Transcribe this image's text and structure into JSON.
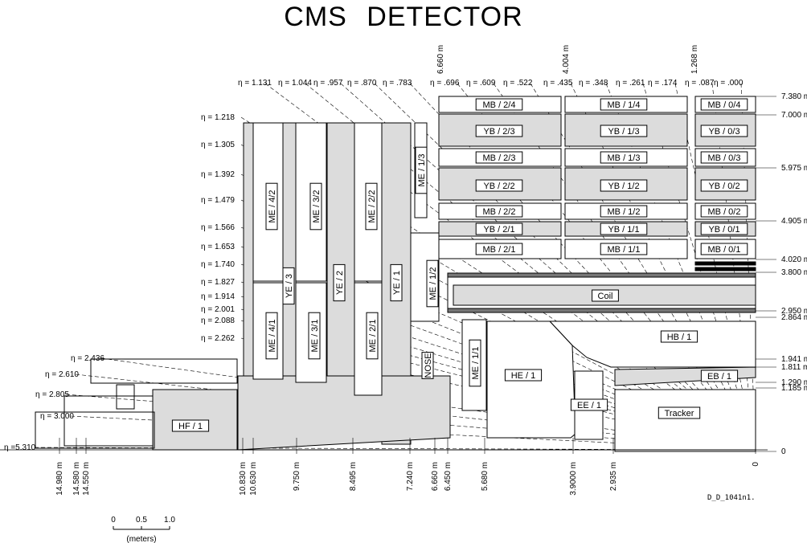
{
  "title": "CMS   DETECTOR",
  "radial_labels": [
    "7.380 m",
    "7.000 m",
    "5.975 m",
    "4.905 m",
    "4.020 m",
    "3.800 m",
    "2.950 m",
    "2.864 m",
    "1.941 m",
    "1.811 m",
    "1.290 m",
    "1.185 m",
    "0"
  ],
  "z_labels": [
    "14.980 m",
    "14.580 m",
    "14.550 m",
    "10.830 m",
    "10.630 m",
    "9.750 m",
    "8.495 m",
    "7.240 m",
    "6.660 m",
    "6.450 m",
    "5.680 m",
    "3.9000 m",
    "2.935 m",
    "0"
  ],
  "top_z_labels": [
    "6.660 m",
    "4.004 m",
    "1.268 m"
  ],
  "eta_top": [
    "η = 1.131",
    "η = 1.044",
    "η = .957",
    "η = .870",
    "η = .783",
    "η = .696",
    "η = .609",
    "η = .522",
    "η = .435",
    "η = .348",
    "η = .261",
    "η = .174",
    "η = .087",
    "η = .000"
  ],
  "eta_left": [
    "η = 1.218",
    "η = 1.305",
    "η = 1.392",
    "η = 1.479",
    "η = 1.566",
    "η = 1.653",
    "η = 1.740",
    "η = 1.827",
    "η = 1.914",
    "η = 2.001",
    "η = 2.088",
    "η = 2.262",
    "η = 2.436",
    "η = 2.610",
    "η = 2.805",
    "η = 3.000",
    "η =5.310"
  ],
  "barrel_labels": [
    "MB / 2/4",
    "MB / 1/4",
    "MB / 0/4",
    "YB / 2/3",
    "YB / 1/3",
    "YB / 0/3",
    "MB / 2/3",
    "MB / 1/3",
    "MB / 0/3",
    "YB / 2/2",
    "YB / 1/2",
    "YB / 0/2",
    "MB / 2/2",
    "MB / 1/2",
    "MB / 0/2",
    "YB / 2/1",
    "YB / 1/1",
    "YB / 0/1",
    "MB / 2/1",
    "MB / 1/1",
    "MB / 0/1"
  ],
  "endcap_labels": [
    "ME / 4/2",
    "ME / 3/2",
    "ME / 2/2",
    "ME / 1/3",
    "ME / 1/2",
    "YE / 3",
    "YE / 2",
    "YE / 1",
    "ME / 4/1",
    "ME / 3/1",
    "ME / 2/1",
    "ME / 1/1",
    "NOSE"
  ],
  "inner_labels": [
    "Coil",
    "HB / 1",
    "HE / 1",
    "EB / 1",
    "EE / 1",
    "Tracker",
    "HF / 1"
  ],
  "drawing_id": "D_D_1041n1.",
  "scale": {
    "ticks": [
      "0",
      "0.5",
      "1.0"
    ],
    "unit": "(meters)"
  }
}
